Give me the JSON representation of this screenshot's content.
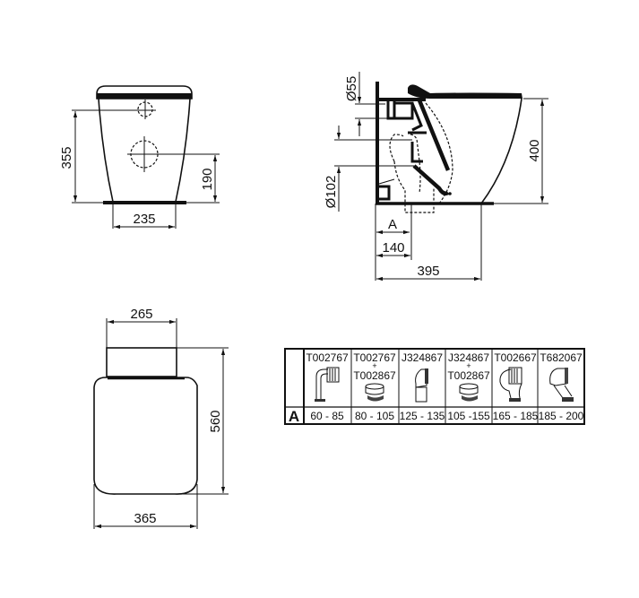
{
  "front_view": {
    "dims": {
      "height_to_upper_outlet": "355",
      "height_to_lower_outlet": "190",
      "base_width": "235"
    }
  },
  "side_view": {
    "dims": {
      "upper_inlet_diameter": "Ø55",
      "outlet_diameter": "Ø102",
      "height": "400",
      "outlet_offset_A": "A",
      "outlet_offset": "140",
      "depth": "395"
    }
  },
  "top_view": {
    "dims": {
      "back_width": "265",
      "length": "560",
      "width": "365"
    }
  },
  "connector_table": {
    "row_label": "A",
    "columns": [
      {
        "codes": [
          "T002767"
        ],
        "range": "60 - 85",
        "icon": "elbow-connector-icon"
      },
      {
        "codes": [
          "T002767",
          "T002867"
        ],
        "range": "80 - 105",
        "icon": "extension-ring-icon"
      },
      {
        "codes": [
          "J324867"
        ],
        "range": "125 - 135",
        "icon": "short-offset-connector-icon"
      },
      {
        "codes": [
          "J324867",
          "T002867"
        ],
        "range": "105 -155",
        "icon": "extension-ring-icon"
      },
      {
        "codes": [
          "T002667"
        ],
        "range": "165 - 185",
        "icon": "offset-elbow-connector-icon"
      },
      {
        "codes": [
          "T682067"
        ],
        "range": "185 - 200",
        "icon": "angled-offset-connector-icon"
      }
    ],
    "plus_sign": "+"
  }
}
